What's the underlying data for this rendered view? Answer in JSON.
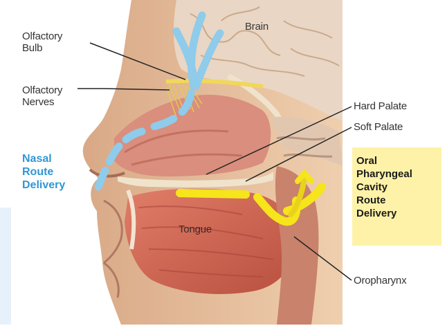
{
  "labels": {
    "brain": "Brain",
    "olfactory_bulb": [
      "Olfactory",
      "Bulb"
    ],
    "olfactory_nerves": [
      "Olfactory",
      "Nerves"
    ],
    "hard_palate": "Hard Palate",
    "soft_palate": "Soft Palate",
    "tongue": "Tongue",
    "oropharynx": "Oropharynx"
  },
  "nasal_route": [
    "Nasal",
    "Route",
    "Delivery"
  ],
  "oral_route": [
    "Oral",
    "Pharyngeal",
    "Cavity",
    "Route",
    "Delivery"
  ],
  "colors": {
    "nasal_route": "#8fcbea",
    "oral_route": "#f6e51b",
    "callout_box": "#fdf2a8",
    "skin": "#e7bc97",
    "muscle": "#cf6b58",
    "bone": "#e9dcc3"
  }
}
